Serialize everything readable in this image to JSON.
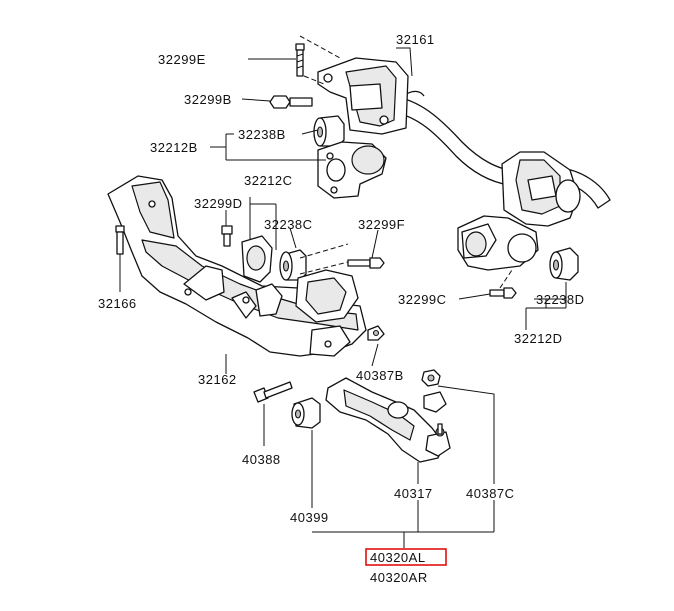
{
  "labels": {
    "l32161": "32161",
    "l32299E": "32299E",
    "l32299B": "32299B",
    "l32238B": "32238B",
    "l32212B": "32212B",
    "l32212C": "32212C",
    "l32299D": "32299D",
    "l32238C": "32238C",
    "l32299F": "32299F",
    "l32166": "32166",
    "l32299C": "32299C",
    "l32238D": "32238D",
    "l32212D": "32212D",
    "l32162": "32162",
    "l40387B": "40387B",
    "l40388": "40388",
    "l40317": "40317",
    "l40387C": "40387C",
    "l40399": "40399",
    "l40320AL": "40320AL",
    "l40320AR": "40320AR"
  },
  "highlight_color": "#e01010",
  "highlighted_part": "40320AL"
}
